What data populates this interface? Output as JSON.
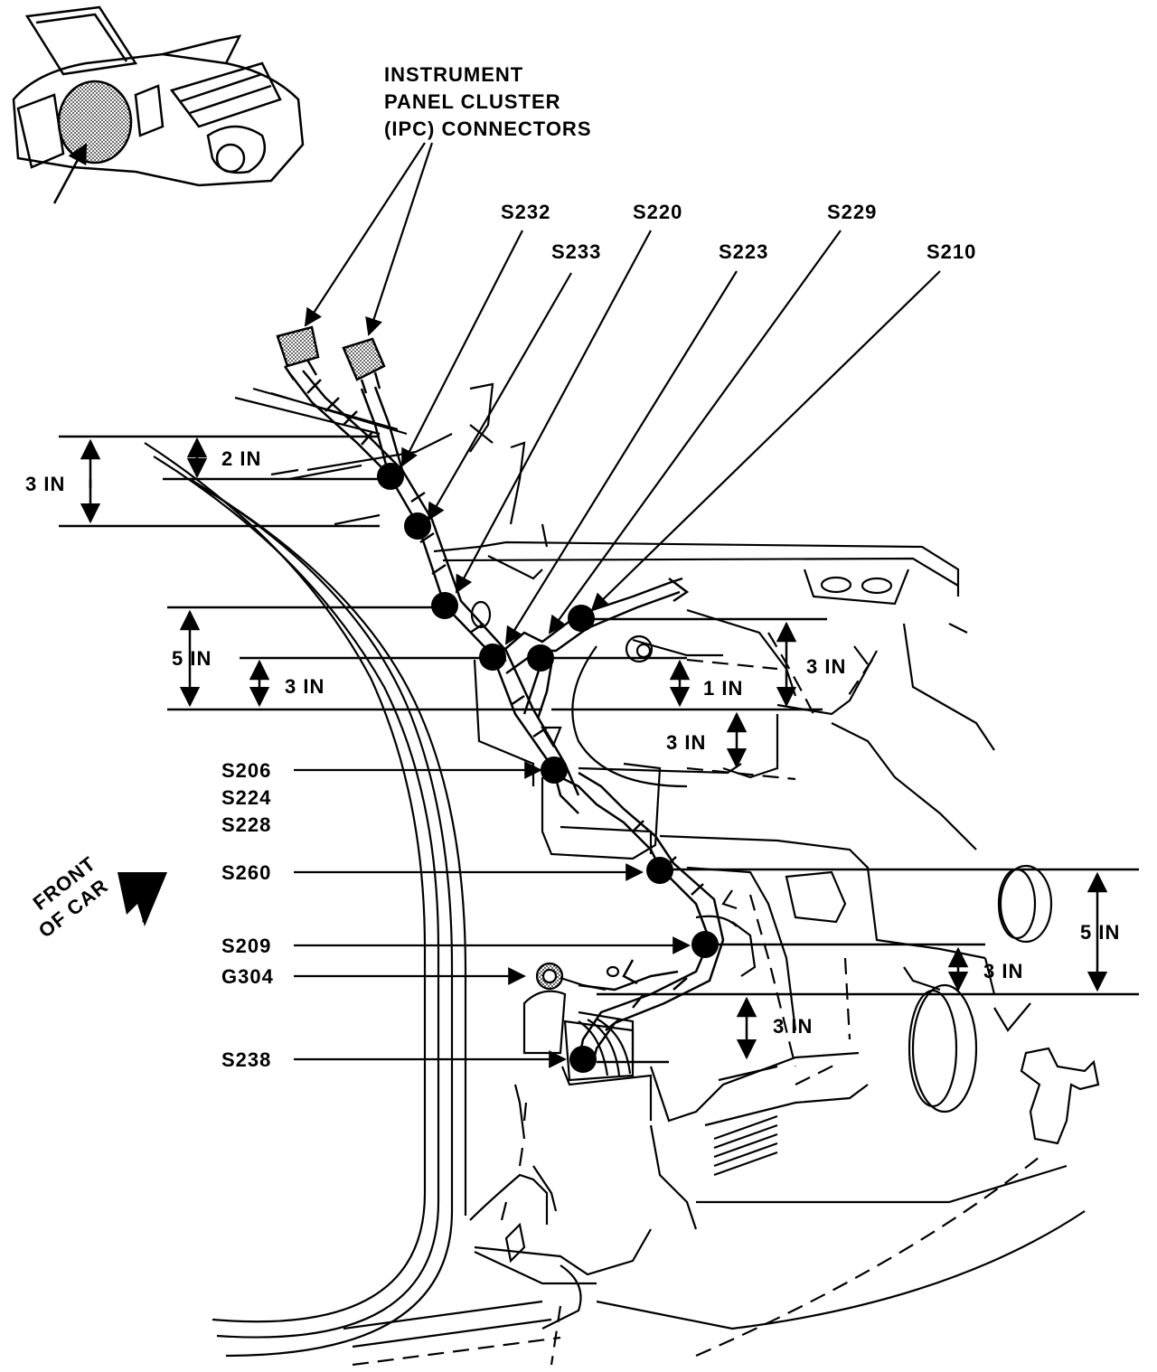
{
  "title_lines": [
    "INSTRUMENT",
    "PANEL CLUSTER",
    "(IPC) CONNECTORS"
  ],
  "splices_top": [
    "S232",
    "S233",
    "S220",
    "S223",
    "S229",
    "S210"
  ],
  "splices_left": [
    "S206",
    "S224",
    "S228",
    "S260",
    "S209",
    "G304",
    "S238"
  ],
  "dimensions": [
    "2 IN",
    "3 IN",
    "5 IN",
    "3 IN",
    "1 IN",
    "3 IN",
    "3 IN",
    "5 IN",
    "3 IN",
    "3 IN"
  ],
  "front_label": [
    "FRONT",
    "OF CAR"
  ]
}
